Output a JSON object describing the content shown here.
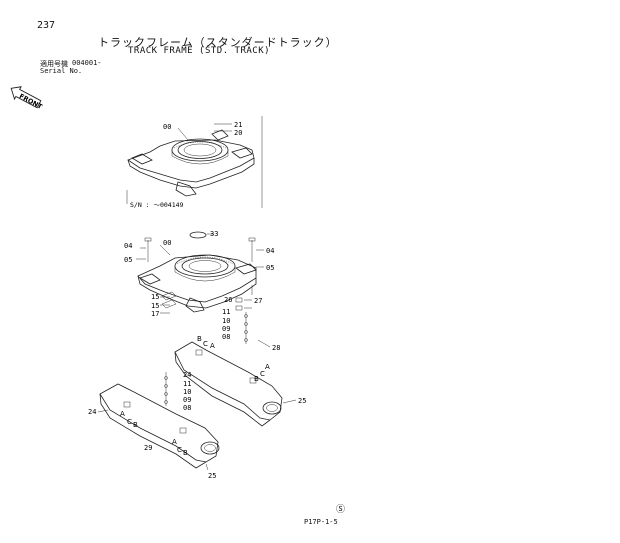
{
  "header": {
    "page_number": "237",
    "title_jp": "トラックフレーム（スタンダードトラック）",
    "title_en": "TRACK FRAME (STD. TRACK)",
    "applicable_model_label": "適用号機",
    "applicable_model_value": "004001-",
    "serial_no_label": "Serial No."
  },
  "front_badge": "FRONT",
  "upper_view": {
    "sn_note": "S/N : ～004149",
    "callouts": [
      "00",
      "21",
      "20"
    ]
  },
  "lower_view": {
    "callouts": [
      "33",
      "04",
      "00",
      "04",
      "05",
      "05",
      "15",
      "15",
      "17",
      "26",
      "27",
      "11",
      "10",
      "09",
      "08",
      "28",
      "24",
      "11",
      "10",
      "09",
      "08",
      "24",
      "25",
      "29",
      "25"
    ],
    "letters": [
      "B",
      "C",
      "A",
      "A",
      "C",
      "B",
      "A",
      "C",
      "B",
      "A",
      "C",
      "B"
    ]
  },
  "footer": {
    "symbol": "Ⓢ",
    "code": "P17P-1-5"
  }
}
